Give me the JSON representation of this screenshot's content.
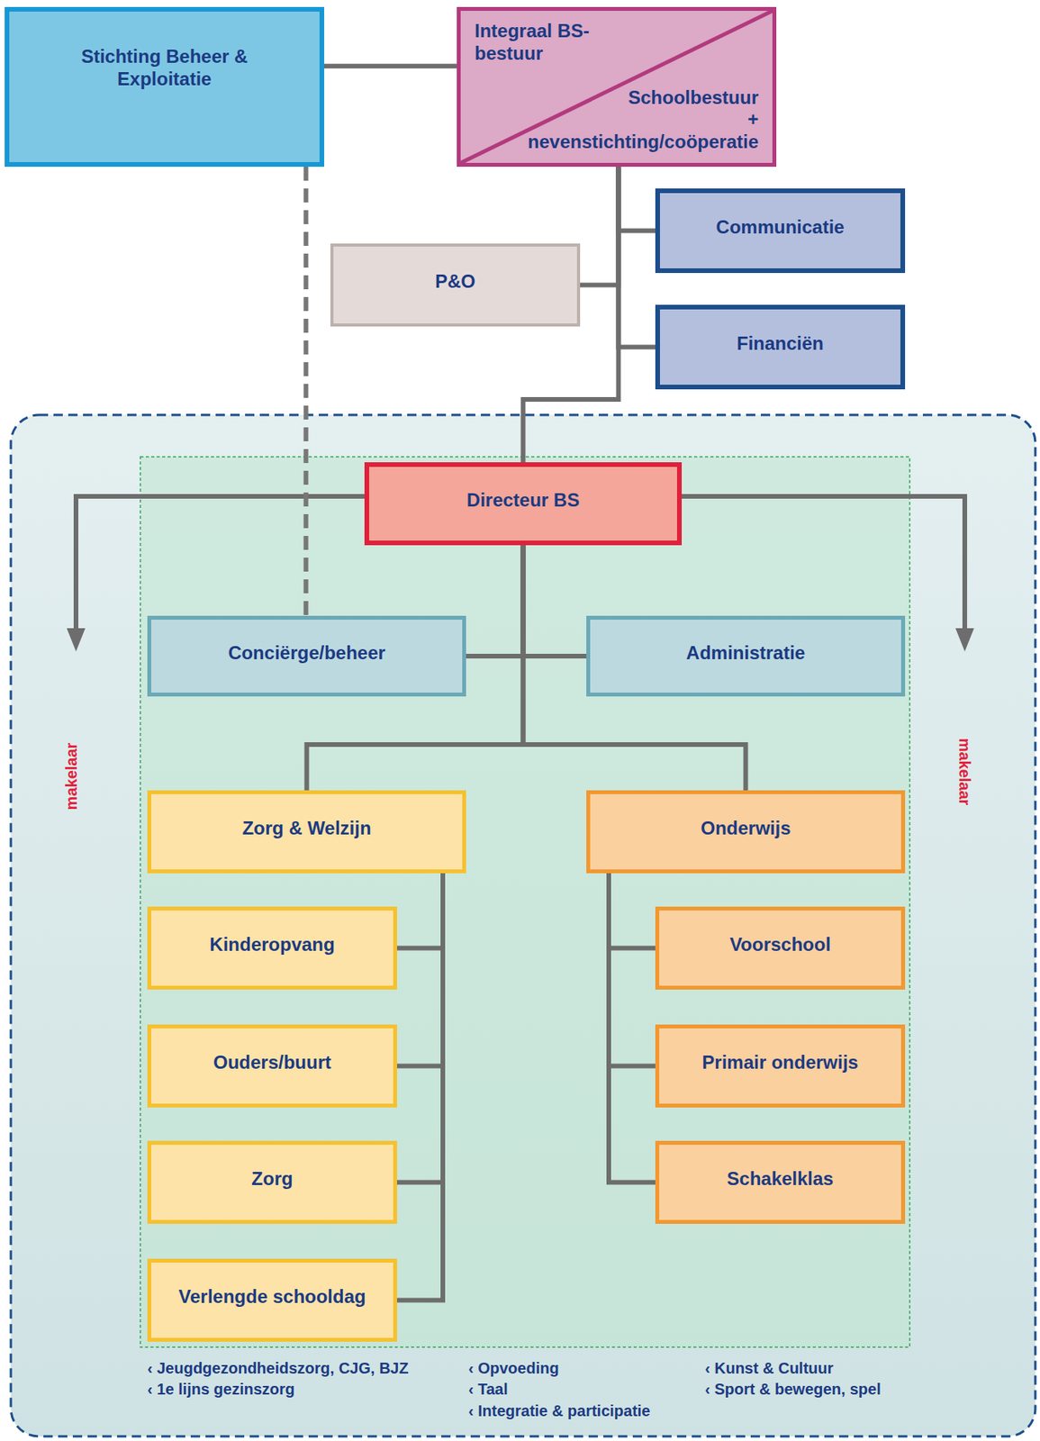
{
  "diagram": {
    "nodes": [
      {
        "text": [
          "Stichting Beheer & Exploitatie"
        ]
      },
      {
        "text": [
          "Integraal BS-bestuur",
          "Schoolbestuur + nevenstichting/coöperatie"
        ]
      },
      {
        "text": [
          "Communicatie"
        ]
      },
      {
        "text": [
          "P&O"
        ]
      },
      {
        "text": [
          "Financiën"
        ]
      },
      {
        "text": [
          "Directeur BS"
        ]
      },
      {
        "text": [
          "Conciërge/beheer"
        ]
      },
      {
        "text": [
          "Administratie"
        ]
      },
      {
        "text": [
          "Zorg & Welzijn"
        ]
      },
      {
        "text": [
          "Onderwijs"
        ]
      },
      {
        "text": [
          "Kinderopvang"
        ]
      },
      {
        "text": [
          "Voorschool"
        ]
      },
      {
        "text": [
          "Ouders/buurt"
        ]
      },
      {
        "text": [
          "Primair onderwijs"
        ]
      },
      {
        "text": [
          "Zorg"
        ]
      },
      {
        "text": [
          "Schakelklas"
        ]
      },
      {
        "text": [
          "Verlengde schooldag"
        ]
      }
    ],
    "edges": [
      {
        "from": 0,
        "to": 1,
        "arrow": "none"
      },
      {
        "from": 0,
        "to": 6,
        "arrow": "none"
      },
      {
        "from": 1,
        "to": 2,
        "arrow": "none"
      },
      {
        "from": 1,
        "to": 3,
        "arrow": "none"
      },
      {
        "from": 1,
        "to": 4,
        "arrow": "none"
      },
      {
        "from": 1,
        "to": 5,
        "arrow": "none"
      },
      {
        "from": 5,
        "to": 6,
        "arrow": "none"
      },
      {
        "from": 5,
        "to": 7,
        "arrow": "none"
      },
      {
        "from": 5,
        "to": 8,
        "arrow": "none"
      },
      {
        "from": 5,
        "to": 9,
        "arrow": "none"
      },
      {
        "from": 8,
        "to": 10,
        "arrow": "none"
      },
      {
        "from": 8,
        "to": 12,
        "arrow": "none"
      },
      {
        "from": 8,
        "to": 14,
        "arrow": "none"
      },
      {
        "from": 8,
        "to": 16,
        "arrow": "none"
      },
      {
        "from": 9,
        "to": 11,
        "arrow": "none"
      },
      {
        "from": 9,
        "to": 13,
        "arrow": "none"
      },
      {
        "from": 9,
        "to": 15,
        "arrow": "none"
      }
    ],
    "labels": [
      "makelaar",
      "makelaar",
      "‹ Jeugdgezondheidszorg, CJG, BJZ",
      "‹ 1e lijns gezinszorg",
      "‹ Opvoeding",
      "‹ Taal",
      "‹ Integratie & participatie",
      "‹ Kunst & Cultuur",
      "‹ Sport & bewegen, spel"
    ]
  }
}
